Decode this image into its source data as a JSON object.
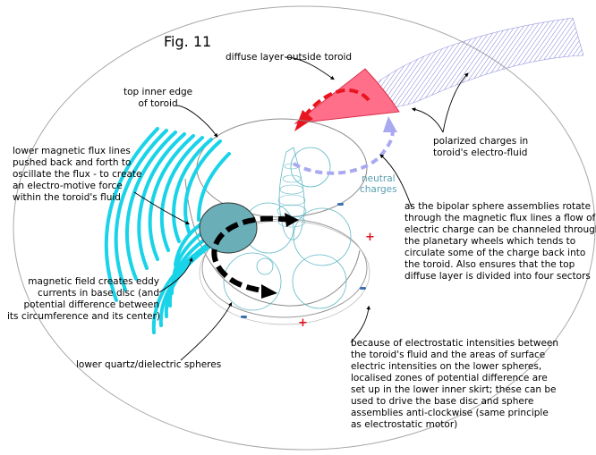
{
  "figure": {
    "title": "Fig. 11",
    "labels": {
      "diffuse_layer": "diffuse layer outside toroid",
      "top_inner_edge": [
        "top inner edge",
        "of toroid"
      ],
      "polarized": [
        "polarized charges in",
        "toroid's electro-fluid"
      ],
      "lower_flux": [
        "lower magnetic flux lines",
        "pushed back and forth to",
        "oscillate the flux - to create",
        "an electro-motive force",
        "within the toroid's fluid"
      ],
      "neutral": [
        "neutral",
        "charges"
      ],
      "bipolar": [
        "as the bipolar sphere assemblies rotate",
        "through the magnetic flux lines a flow of",
        "electric charge can be channeled through",
        "the planetary wheels which tends to",
        "circulate some of the charge back into",
        "the toroid. Also ensures that the top",
        "diffuse layer is divided into four sectors"
      ],
      "eddy": [
        "magnetic field creates eddy",
        "currents in base disc (and",
        "potential difference between",
        "its circumference and its center)"
      ],
      "quartz": "lower quartz/dielectric spheres",
      "electrostatic": [
        "because of electrostatic intensities between",
        "the toroid's fluid and the areas of surface",
        "electric intensities on the lower spheres,",
        "localised zones of potential difference are",
        "set up in the lower inner skirt; these can be",
        "used to drive the base disc and sphere",
        "assemblies anti-clockwise (same principle",
        "as electrostatic motor)"
      ]
    },
    "colors": {
      "flux": "#19d3e8",
      "diffuse": "#ff6f8a",
      "arrow_red": "#e8141e",
      "arrow_charge": "#a9a9f2",
      "disc": "#5fa8b2",
      "outline": "#9a9a9a"
    }
  }
}
